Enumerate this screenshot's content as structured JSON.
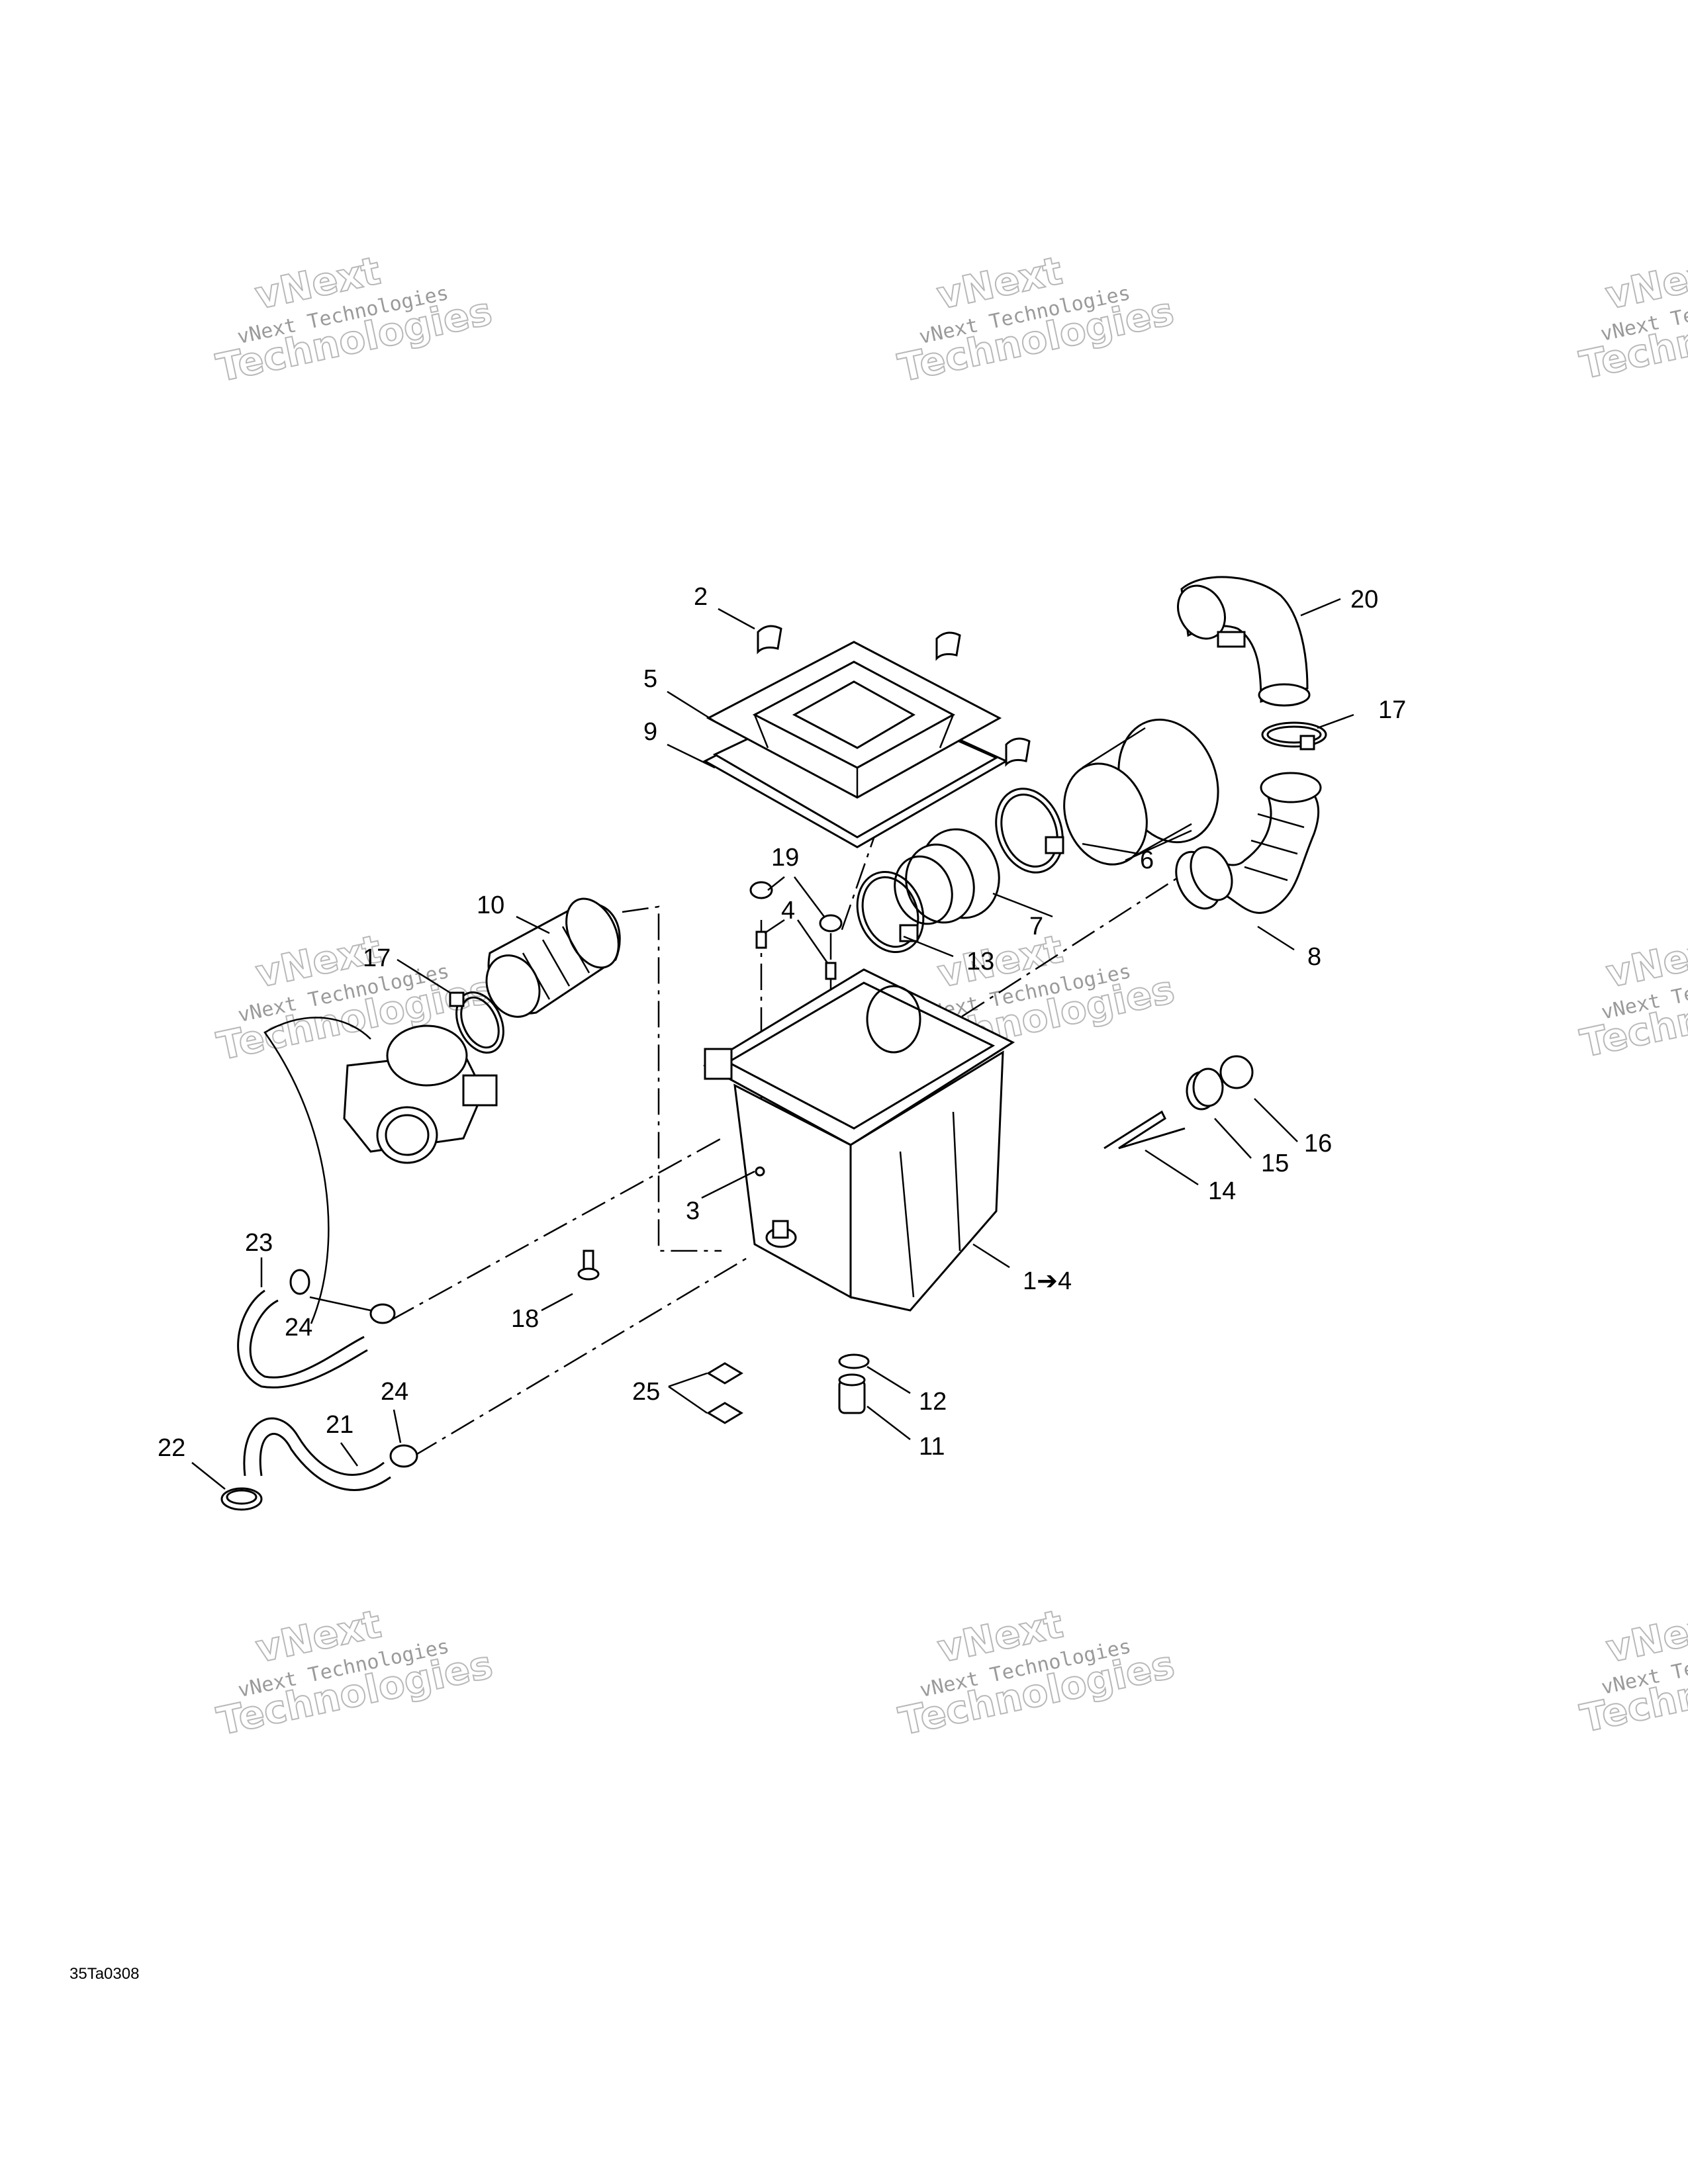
{
  "diagram": {
    "drawing_id": "35Ta0308",
    "callouts": {
      "c1": "1➔4",
      "c2": "2",
      "c3": "3",
      "c4": "4",
      "c5": "5",
      "c6": "6",
      "c7": "7",
      "c8": "8",
      "c9": "9",
      "c10": "10",
      "c11": "11",
      "c12": "12",
      "c13": "13",
      "c14": "14",
      "c15": "15",
      "c16": "16",
      "c17a": "17",
      "c17b": "17",
      "c18": "18",
      "c19": "19",
      "c20": "20",
      "c21": "21",
      "c22": "22",
      "c23": "23",
      "c24a": "24",
      "c24b": "24",
      "c25": "25"
    }
  },
  "watermark": {
    "line1": "vNext Technologies",
    "word_a": "vNext",
    "word_b": "Technologies"
  }
}
